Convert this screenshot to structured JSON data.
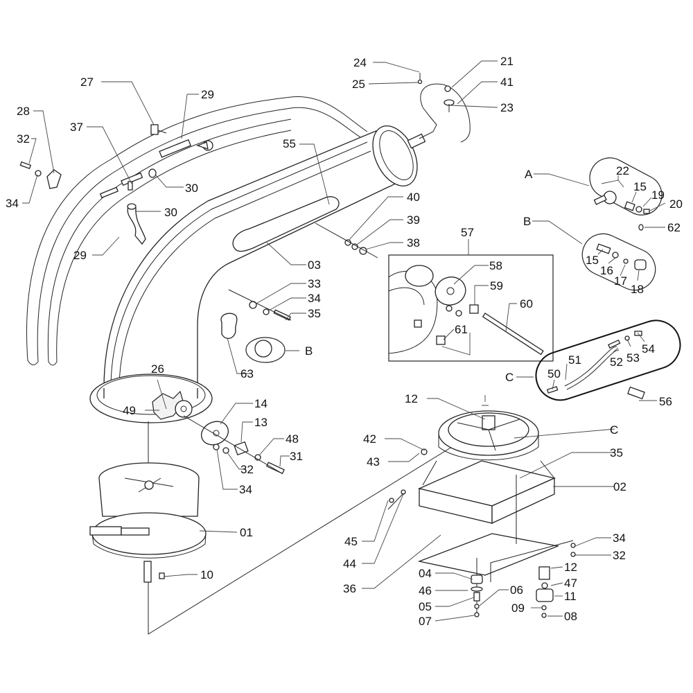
{
  "diagram": {
    "title": "Exploded parts diagram - rotating tube assembly",
    "callouts": [
      {
        "id": "c27",
        "text": "27"
      },
      {
        "id": "c29a",
        "text": "29"
      },
      {
        "id": "c28",
        "text": "28"
      },
      {
        "id": "c37",
        "text": "37"
      },
      {
        "id": "c32a",
        "text": "32"
      },
      {
        "id": "c34a",
        "text": "34"
      },
      {
        "id": "c30a",
        "text": "30"
      },
      {
        "id": "c30b",
        "text": "30"
      },
      {
        "id": "c29b",
        "text": "29"
      },
      {
        "id": "c24",
        "text": "24"
      },
      {
        "id": "c25",
        "text": "25"
      },
      {
        "id": "c21",
        "text": "21"
      },
      {
        "id": "c41",
        "text": "41"
      },
      {
        "id": "c23",
        "text": "23"
      },
      {
        "id": "c55",
        "text": "55"
      },
      {
        "id": "c40",
        "text": "40"
      },
      {
        "id": "c39",
        "text": "39"
      },
      {
        "id": "c38",
        "text": "38"
      },
      {
        "id": "c03",
        "text": "03"
      },
      {
        "id": "c33",
        "text": "33"
      },
      {
        "id": "c34b",
        "text": "34"
      },
      {
        "id": "c35a",
        "text": "35"
      },
      {
        "id": "cB1",
        "text": "B"
      },
      {
        "id": "c63",
        "text": "63"
      },
      {
        "id": "c26",
        "text": "26"
      },
      {
        "id": "c49",
        "text": "49"
      },
      {
        "id": "c14",
        "text": "14"
      },
      {
        "id": "c13",
        "text": "13"
      },
      {
        "id": "c48",
        "text": "48"
      },
      {
        "id": "c31",
        "text": "31"
      },
      {
        "id": "c32b",
        "text": "32"
      },
      {
        "id": "c34c",
        "text": "34"
      },
      {
        "id": "c01",
        "text": "01"
      },
      {
        "id": "c10",
        "text": "10"
      },
      {
        "id": "cA",
        "text": "A"
      },
      {
        "id": "c22",
        "text": "22"
      },
      {
        "id": "c15a",
        "text": "15"
      },
      {
        "id": "c19",
        "text": "19"
      },
      {
        "id": "c20",
        "text": "20"
      },
      {
        "id": "c62",
        "text": "62"
      },
      {
        "id": "cB2",
        "text": "B"
      },
      {
        "id": "c15b",
        "text": "15"
      },
      {
        "id": "c16",
        "text": "16"
      },
      {
        "id": "c17",
        "text": "17"
      },
      {
        "id": "c18",
        "text": "18"
      },
      {
        "id": "c57",
        "text": "57"
      },
      {
        "id": "c58",
        "text": "58"
      },
      {
        "id": "c59",
        "text": "59"
      },
      {
        "id": "c60",
        "text": "60"
      },
      {
        "id": "c61",
        "text": "61"
      },
      {
        "id": "cC1",
        "text": "C"
      },
      {
        "id": "c50",
        "text": "50"
      },
      {
        "id": "c51",
        "text": "51"
      },
      {
        "id": "c52",
        "text": "52"
      },
      {
        "id": "c53",
        "text": "53"
      },
      {
        "id": "c54",
        "text": "54"
      },
      {
        "id": "c56",
        "text": "56"
      },
      {
        "id": "c12a",
        "text": "12"
      },
      {
        "id": "cC2",
        "text": "C"
      },
      {
        "id": "c35b",
        "text": "35"
      },
      {
        "id": "c42",
        "text": "42"
      },
      {
        "id": "c43",
        "text": "43"
      },
      {
        "id": "c02",
        "text": "02"
      },
      {
        "id": "c45",
        "text": "45"
      },
      {
        "id": "c44",
        "text": "44"
      },
      {
        "id": "c34d",
        "text": "34"
      },
      {
        "id": "c32c",
        "text": "32"
      },
      {
        "id": "c36",
        "text": "36"
      },
      {
        "id": "c04",
        "text": "04"
      },
      {
        "id": "c12b",
        "text": "12"
      },
      {
        "id": "c47",
        "text": "47"
      },
      {
        "id": "c46",
        "text": "46"
      },
      {
        "id": "c11",
        "text": "11"
      },
      {
        "id": "c05",
        "text": "05"
      },
      {
        "id": "c06",
        "text": "06"
      },
      {
        "id": "c09",
        "text": "09"
      },
      {
        "id": "c08",
        "text": "08"
      },
      {
        "id": "c07",
        "text": "07"
      }
    ]
  }
}
